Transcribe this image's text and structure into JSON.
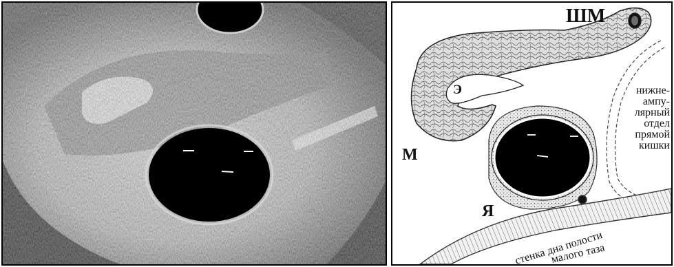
{
  "ultrasound": {
    "alt": "ultrasound image"
  },
  "schematic": {
    "labels": {
      "uterus_cervix": "ШМ",
      "endometrium": "Э",
      "uterus": "М",
      "ovary": "Я",
      "rectum_lines": [
        "нижне-",
        "ампу-",
        "лярный",
        "отдел",
        "прямой",
        "кишки"
      ],
      "pelvic_floor_line1": "стенка дна полости",
      "pelvic_floor_line2": "малого таза"
    }
  }
}
